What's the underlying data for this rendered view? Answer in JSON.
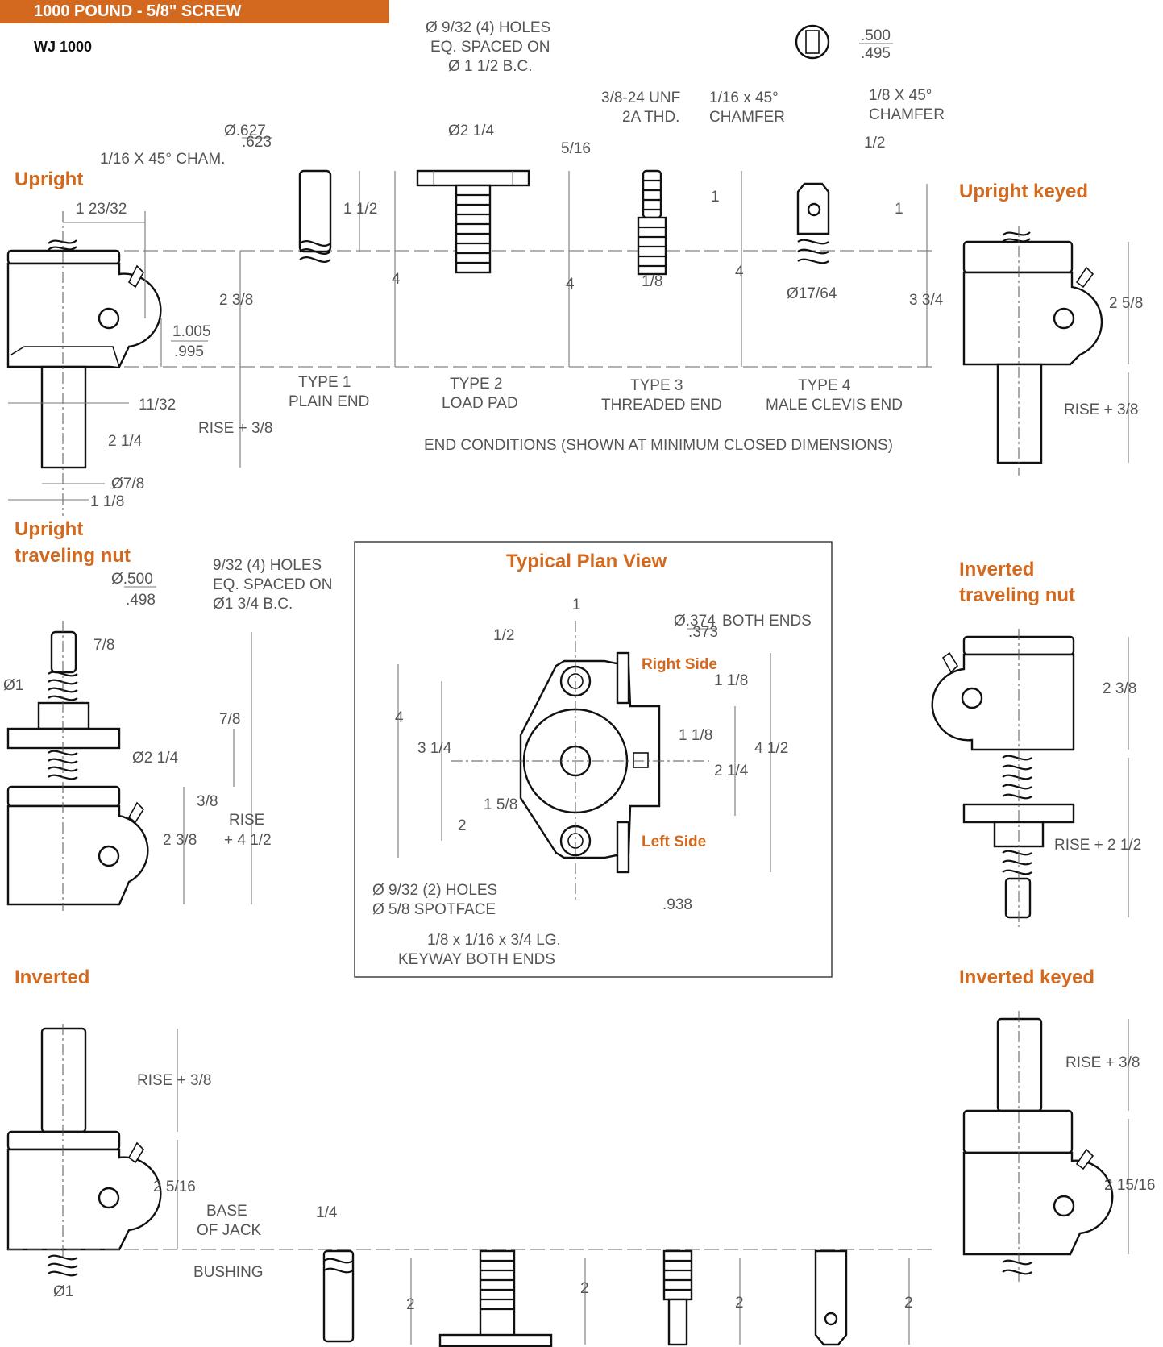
{
  "header": {
    "banner": "1000 POUND - 5/8\" SCREW",
    "model": "WJ 1000",
    "banner_color": "#d2691e"
  },
  "sections": {
    "upright": "Upright",
    "upright_keyed": "Upright keyed",
    "upright_traveling_nut_1": "Upright",
    "upright_traveling_nut_2": "traveling nut",
    "inverted_traveling_nut_1": "Inverted",
    "inverted_traveling_nut_2": "traveling nut",
    "inverted": "Inverted",
    "inverted_keyed": "Inverted keyed",
    "plan_view": "Typical Plan View"
  },
  "end_conditions": {
    "types": [
      {
        "line1": "TYPE 1",
        "line2": "PLAIN END"
      },
      {
        "line1": "TYPE 2",
        "line2": "LOAD PAD"
      },
      {
        "line1": "TYPE 3",
        "line2": "THREADED END"
      },
      {
        "line1": "TYPE 4",
        "line2": "MALE CLEVIS END"
      }
    ],
    "caption": "END CONDITIONS (SHOWN AT MINIMUM CLOSED DIMENSIONS)"
  },
  "callouts": {
    "holes_4_line1": "Ø 9/32 (4) HOLES",
    "holes_4_line2": "EQ. SPACED ON",
    "holes_4_line3": "Ø 1 1/2 B.C.",
    "thread_line1": "3/8-24 UNF",
    "thread_line2": "2A THD.",
    "chamfer_16_line1": "1/16 x 45°",
    "chamfer_16_line2": "CHAMFER",
    "chamfer_8_line1": "1/8 X 45°",
    "chamfer_8_line2": "CHAMFER",
    "cham_type1": "1/16 X 45° CHAM.",
    "tn_holes_line1": "9/32 (4) HOLES",
    "tn_holes_line2": "EQ. SPACED ON",
    "tn_holes_line3": "Ø1 3/4 B.C.",
    "plan_holes_line1": "Ø 9/32 (2) HOLES",
    "plan_holes_line2": "Ø 5/8 SPOTFACE",
    "keyway_line1": "1/8 x 1/16 x 3/4 LG.",
    "keyway_line2": "KEYWAY BOTH ENDS",
    "both_ends": "BOTH ENDS",
    "right_side": "Right Side",
    "left_side": "Left Side",
    "base_line1": "BASE",
    "base_line2": "OF JACK",
    "bushing": "BUSHING"
  },
  "dims": {
    "d627": "Ø.627",
    "d623": ".623",
    "d500k": ".500",
    "d495": ".495",
    "d2_1_4": "Ø2 1/4",
    "d5_16": "5/16",
    "d1_2": "1/2",
    "d1_23_32": "1 23/32",
    "d1_1_2": "1 1/2",
    "d4a": "4",
    "d4b": "4",
    "d4c": "4",
    "d1a": "1",
    "d1b": "1",
    "d1_8": "1/8",
    "d17_64": "Ø17/64",
    "d3_3_4": "3 3/4",
    "d2_3_8a": "2 3/8",
    "d1_005": "1.005",
    "d995": ".995",
    "d11_32": "11/32",
    "d2_1_4a": "2 1/4",
    "rise_3_8a": "RISE + 3/8",
    "d7_8dia": "Ø7/8",
    "d1_1_8a": "1 1/8",
    "d2_5_8": "2 5/8",
    "rise_3_8b": "RISE + 3/8",
    "d500tn": "Ø.500",
    "d498": ".498",
    "d7_8a": "7/8",
    "d1dia": "Ø1",
    "d7_8b": "7/8",
    "d2_1_4dia": "Ø2 1/4",
    "d3_8": "3/8",
    "rise_l1": "RISE",
    "rise_l2": "+ 4 1/2",
    "d2_3_8b": "2 3/8",
    "p1": "1",
    "p1_2": "1/2",
    "p374": "Ø.374",
    "p373": ".373",
    "p1_1_8a": "1 1/8",
    "p4": "4",
    "p3_1_4": "3 1/4",
    "p1_1_8b": "1 1/8",
    "p4_1_2": "4 1/2",
    "p2_1_4": "2 1/4",
    "p1_5_8": "1 5/8",
    "p2": "2",
    "p938": ".938",
    "d2_3_8c": "2 3/8",
    "rise_2_1_2": "RISE + 2 1/2",
    "rise_3_8c": "RISE + 3/8",
    "d2_5_16": "2 5/16",
    "d1_4": "1/4",
    "d1dia_b": "Ø1",
    "d2a": "2",
    "d2b": "2",
    "d2c": "2",
    "d2d": "2",
    "rise_3_8d": "RISE + 3/8",
    "d2_15_16": "2 15/16"
  }
}
